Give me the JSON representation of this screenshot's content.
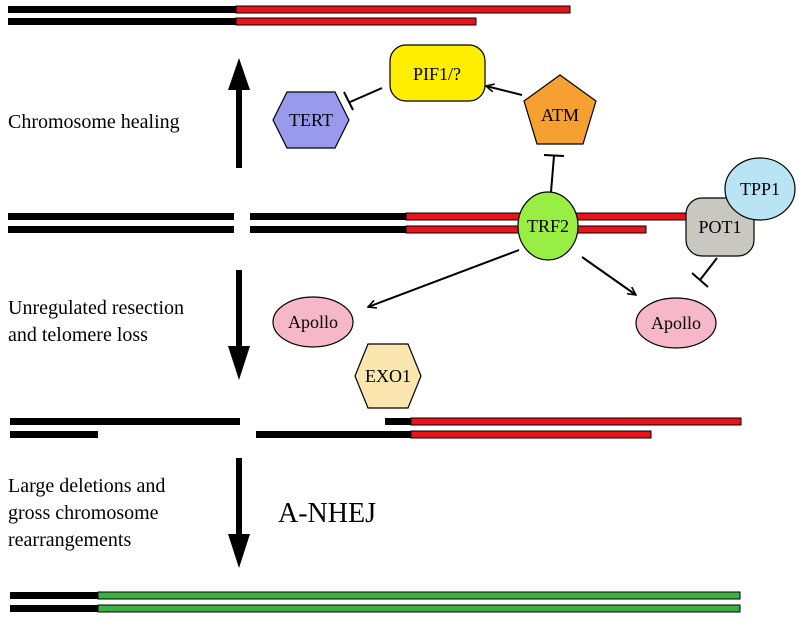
{
  "colors": {
    "dna_black": "#000000",
    "telomere_red": "#e8141a",
    "fusion_green": "#3cb043",
    "tert_fill": "#9999ee",
    "pif1_fill": "#ffee00",
    "atm_fill": "#f5a030",
    "trf2_fill": "#99ee44",
    "tpp1_fill": "#b8e4f4",
    "pot1_fill": "#c8c8c0",
    "apollo_fill": "#f6b8c8",
    "exo1_fill": "#fbe6b0"
  },
  "labels": {
    "healing": "Chromosome healing",
    "resection_line1": "Unregulated resection",
    "resection_line2": "and telomere loss",
    "deletion_line1": "Large deletions and",
    "deletion_line2": "gross chromosome",
    "deletion_line3": "rearrangements",
    "anhej": "A-NHEJ"
  },
  "nodes": {
    "pif1": "PIF1/?",
    "tert": "TERT",
    "atm": "ATM",
    "trf2": "TRF2",
    "tpp1": "TPP1",
    "pot1": "POT1",
    "apollo_left": "Apollo",
    "apollo_right": "Apollo",
    "exo1": "EXO1"
  },
  "icons": [
    "arrow-up-icon",
    "arrow-down-icon"
  ]
}
